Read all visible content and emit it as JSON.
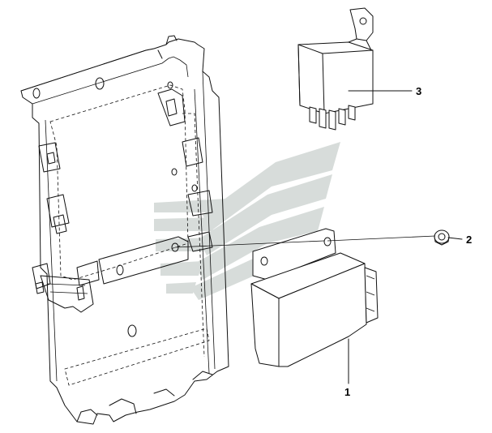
{
  "diagram": {
    "callouts": [
      {
        "id": "1",
        "label": "1"
      },
      {
        "id": "2",
        "label": "2"
      },
      {
        "id": "3",
        "label": "3"
      }
    ],
    "watermark_color": "#cfd6d2",
    "line_color": "#111111"
  }
}
